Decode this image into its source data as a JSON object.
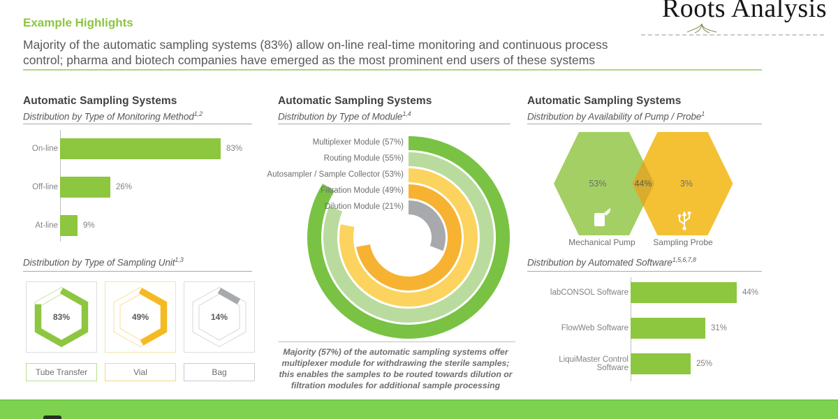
{
  "logo": {
    "name": "Roots Analysis"
  },
  "header": {
    "title": "Example Highlights",
    "summary_line1": "Majority of the automatic sampling systems (83%) allow on-line real-time monitoring and continuous process",
    "summary_line2": "control; pharma and biotech companies have emerged as the most prominent end users of these systems"
  },
  "sections": {
    "monitoring": {
      "title": "Automatic Sampling Systems",
      "subtitle": "Distribution by Type of Monitoring Method",
      "footnote": "1,2"
    },
    "sampling_unit": {
      "subtitle": "Distribution by Type of Sampling Unit",
      "footnote": "1,3"
    },
    "module": {
      "title": "Automatic Sampling Systems",
      "subtitle": "Distribution by Type of Module",
      "footnote": "1,4",
      "caption": "Majority (57%) of the automatic sampling systems offer multiplexer module for withdrawing the sterile samples; this enables the samples to be routed towards dilution or filtration modules for additional sample processing"
    },
    "pump_probe": {
      "title": "Automatic Sampling Systems",
      "subtitle": "Distribution by Availability of Pump / Probe",
      "footnote": "1"
    },
    "software": {
      "subtitle": "Distribution by Automated Software",
      "footnote": "1,5,6,7,8"
    }
  },
  "icons": {
    "pump": "pump-can-icon",
    "probe": "usb-probe-icon",
    "roots": "roots-sprout-icon"
  },
  "colors": {
    "accent_green": "#8DC63F",
    "accent_yellow": "#F5B921",
    "accent_gray": "#A7A9AC",
    "footer_green": "#7ED24F",
    "text_dark": "#414042",
    "text_body": "#58595B",
    "text_muted": "#6D6E71"
  },
  "chart_data": [
    {
      "type": "bar",
      "title": "Distribution by Type of Monitoring Method",
      "orientation": "horizontal",
      "categories": [
        "On-line",
        "Off-line",
        "At-line"
      ],
      "values": [
        83,
        26,
        9
      ],
      "unit": "%",
      "bar_color": "#8DC63F",
      "xlim": [
        0,
        100
      ]
    },
    {
      "type": "hex-progress",
      "title": "Distribution by Type of Sampling Unit",
      "categories": [
        "Tube Transfer",
        "Vial",
        "Bag"
      ],
      "values": [
        83,
        49,
        14
      ],
      "unit": "%",
      "colors": [
        "#8DC63F",
        "#F5B921",
        "#A7A9AC"
      ]
    },
    {
      "type": "radial-bar",
      "title": "Distribution by Type of Module",
      "categories": [
        "Multiplexer Module",
        "Routing Module",
        "Autosampler / Sample Collector",
        "Filtration Module",
        "Dilution Module"
      ],
      "values": [
        57,
        55,
        53,
        49,
        21
      ],
      "unit": "%",
      "colors": [
        "#79C243",
        "#B9DC9E",
        "#FBD35E",
        "#F7B232",
        "#A7A9AC"
      ],
      "start_angle_deg": 0,
      "deg_per_percent": 5.3
    },
    {
      "type": "venn",
      "title": "Distribution by Availability of Pump / Probe",
      "sets": [
        {
          "label": "Mechanical Pump",
          "only_value": 53,
          "color": "#A4CF64"
        },
        {
          "label": "Sampling Probe",
          "only_value": 3,
          "color": "#F3C133"
        }
      ],
      "overlap_value": 44,
      "overlap_color": "#D9AC2E",
      "unit": "%"
    },
    {
      "type": "bar",
      "title": "Distribution by Automated Software",
      "orientation": "horizontal",
      "categories": [
        "labCONSOL Software",
        "FlowWeb Software",
        "LiquiMaster Control Software"
      ],
      "values": [
        44,
        31,
        25
      ],
      "unit": "%",
      "bar_color": "#8DC63F",
      "xlim": [
        0,
        100
      ]
    }
  ]
}
